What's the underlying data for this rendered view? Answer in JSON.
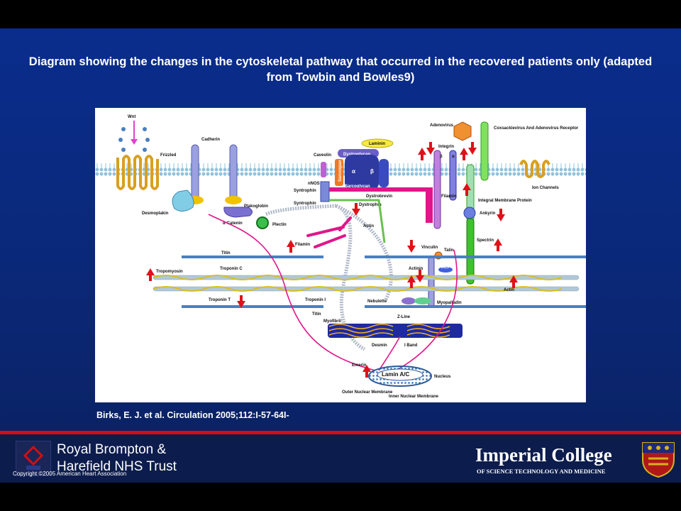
{
  "slide": {
    "title": "Diagram showing the changes in the cytoskeletal pathway that occurred in the recovered patients only (adapted from Towbin and Bowles9)",
    "citation": "Birks, E. J. et al. Circulation 2005;112:I-57-64I-"
  },
  "diagram": {
    "labels": {
      "wnt": "Wnt",
      "frizzled": "Frizzled",
      "cadherin": "Cadherin",
      "plakoglobin": "Plakoglobin",
      "desmoplakin": "Desmoplakin",
      "alpha_catenin": "α-Catenin",
      "plectin": "Plectin",
      "caveolin": "Caveolin",
      "dystroglycan": "Dystroglycan",
      "laminin": "Laminin",
      "sarcoglycan": "Sarcoglycan",
      "sarcospan": "Sarcospan",
      "nnos": "nNOS",
      "syntrophin1": "Syntrophin",
      "syntrophin2": "Syntrophin",
      "dystrobrevin": "Dystrobrevin",
      "dystrophin": "Dystrophin",
      "actin_top": "Actin",
      "filamin_left": "Filamin",
      "adenovirus": "Adenovirus",
      "integrin": "Integrin",
      "coxsackie": "Coxsackievirus And Adenovirus Receptor",
      "filamin_right": "Filamin",
      "integral_membrane": "Integral Membrane Protein",
      "ankyrin": "Ankyrin",
      "ion_channels": "Ion Channels",
      "spectrin": "Spectrin",
      "vinculin": "Vinculin",
      "talin": "Talin",
      "actinin": "Actinin",
      "mlp": "MLP",
      "titin_top": "Titin",
      "tropomyosin": "Tropomyosin",
      "troponin_c": "Troponin C",
      "troponin_t": "Troponin T",
      "troponin_i": "Troponin I",
      "titin_bottom": "Titin",
      "nebulette": "Nebulette",
      "z_line": "Z-Line",
      "myopalladin": "Myopalladin",
      "actin_right": "Actin",
      "myofibril": "Myofibril",
      "desmin": "Desmin",
      "i_band": "I Band",
      "emerin": "Emerin",
      "lamin": "Lamin A/C",
      "nucleus": "Nucleus",
      "outer_membrane": "Outer Nuclear Membrane",
      "inner_membrane": "Inner Nuclear Membrane",
      "alpha": "α",
      "beta": "β"
    }
  },
  "footer": {
    "rb_line1": "Royal Brompton  &",
    "rb_line2": "Harefield NHS Trust",
    "copyright": "Copyright ©2005 American Heart Association",
    "ic_name": "Imperial College",
    "ic_sub": "OF SCIENCE TECHNOLOGY AND MEDICINE"
  },
  "colors": {
    "slide_bg": "#0a2a80",
    "accent_red": "#d01010",
    "footer_bg": "#0c1c4c",
    "membrane": "#9ecbe0",
    "arrow_red": "#e0101a",
    "desmin_magenta": "#e0168a"
  }
}
